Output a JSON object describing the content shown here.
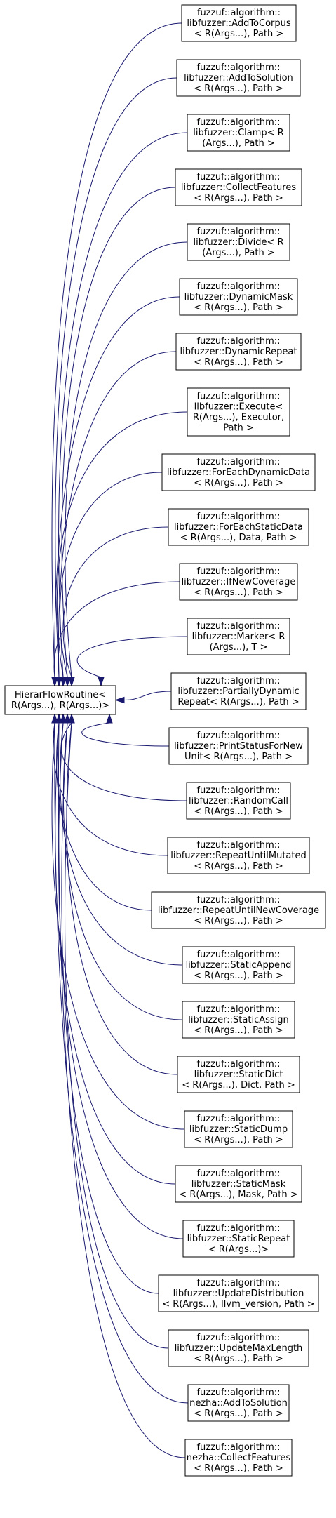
{
  "colors": {
    "edge": "#191970",
    "node_border": "#000000",
    "node_fill": "#ffffff",
    "background": "#ffffff"
  },
  "base": {
    "lines": [
      "HierarFlowRoutine<",
      "R(Args...), R(Args...)>"
    ]
  },
  "derived": [
    {
      "lines": [
        "fuzzuf::algorithm::",
        "libfuzzer::AddToCorpus",
        "< R(Args...), Path >"
      ]
    },
    {
      "lines": [
        "fuzzuf::algorithm::",
        "libfuzzer::AddToSolution",
        "< R(Args...), Path >"
      ]
    },
    {
      "lines": [
        "fuzzuf::algorithm::",
        "libfuzzer::Clamp< R",
        "(Args...), Path >"
      ]
    },
    {
      "lines": [
        "fuzzuf::algorithm::",
        "libfuzzer::CollectFeatures",
        "< R(Args...), Path >"
      ]
    },
    {
      "lines": [
        "fuzzuf::algorithm::",
        "libfuzzer::Divide< R",
        "(Args...), Path >"
      ]
    },
    {
      "lines": [
        "fuzzuf::algorithm::",
        "libfuzzer::DynamicMask",
        "< R(Args...), Path >"
      ]
    },
    {
      "lines": [
        "fuzzuf::algorithm::",
        "libfuzzer::DynamicRepeat",
        "< R(Args...), Path >"
      ]
    },
    {
      "lines": [
        "fuzzuf::algorithm::",
        "libfuzzer::Execute<",
        "R(Args...), Executor,",
        "Path >"
      ]
    },
    {
      "lines": [
        "fuzzuf::algorithm::",
        "libfuzzer::ForEachDynamicData",
        "< R(Args...), Path >"
      ]
    },
    {
      "lines": [
        "fuzzuf::algorithm::",
        "libfuzzer::ForEachStaticData",
        "< R(Args...), Data, Path >"
      ]
    },
    {
      "lines": [
        "fuzzuf::algorithm::",
        "libfuzzer::IfNewCoverage",
        "< R(Args...), Path >"
      ]
    },
    {
      "lines": [
        "fuzzuf::algorithm::",
        "libfuzzer::Marker< R",
        "(Args...), T >"
      ]
    },
    {
      "lines": [
        "fuzzuf::algorithm::",
        "libfuzzer::PartiallyDynamic",
        "Repeat< R(Args...), Path >"
      ]
    },
    {
      "lines": [
        "fuzzuf::algorithm::",
        "libfuzzer::PrintStatusForNew",
        "Unit< R(Args...), Path >"
      ]
    },
    {
      "lines": [
        "fuzzuf::algorithm::",
        "libfuzzer::RandomCall",
        "< R(Args...), Path >"
      ]
    },
    {
      "lines": [
        "fuzzuf::algorithm::",
        "libfuzzer::RepeatUntilMutated",
        "< R(Args...), Path >"
      ]
    },
    {
      "lines": [
        "fuzzuf::algorithm::",
        "libfuzzer::RepeatUntilNewCoverage",
        "< R(Args...), Path >"
      ]
    },
    {
      "lines": [
        "fuzzuf::algorithm::",
        "libfuzzer::StaticAppend",
        "< R(Args...), Path >"
      ]
    },
    {
      "lines": [
        "fuzzuf::algorithm::",
        "libfuzzer::StaticAssign",
        "< R(Args...), Path >"
      ]
    },
    {
      "lines": [
        "fuzzuf::algorithm::",
        "libfuzzer::StaticDict",
        "< R(Args...), Dict, Path >"
      ]
    },
    {
      "lines": [
        "fuzzuf::algorithm::",
        "libfuzzer::StaticDump",
        "< R(Args...), Path >"
      ]
    },
    {
      "lines": [
        "fuzzuf::algorithm::",
        "libfuzzer::StaticMask",
        "< R(Args...), Mask, Path >"
      ]
    },
    {
      "lines": [
        "fuzzuf::algorithm::",
        "libfuzzer::StaticRepeat",
        "< R(Args...)>"
      ]
    },
    {
      "lines": [
        "fuzzuf::algorithm::",
        "libfuzzer::UpdateDistribution",
        "< R(Args...), llvm_version, Path >"
      ]
    },
    {
      "lines": [
        "fuzzuf::algorithm::",
        "libfuzzer::UpdateMaxLength",
        "< R(Args...), Path >"
      ]
    },
    {
      "lines": [
        "fuzzuf::algorithm::",
        "nezha::AddToSolution",
        "< R(Args...), Path >"
      ]
    },
    {
      "lines": [
        "fuzzuf::algorithm::",
        "nezha::CollectFeatures",
        "< R(Args...), Path >"
      ]
    }
  ]
}
